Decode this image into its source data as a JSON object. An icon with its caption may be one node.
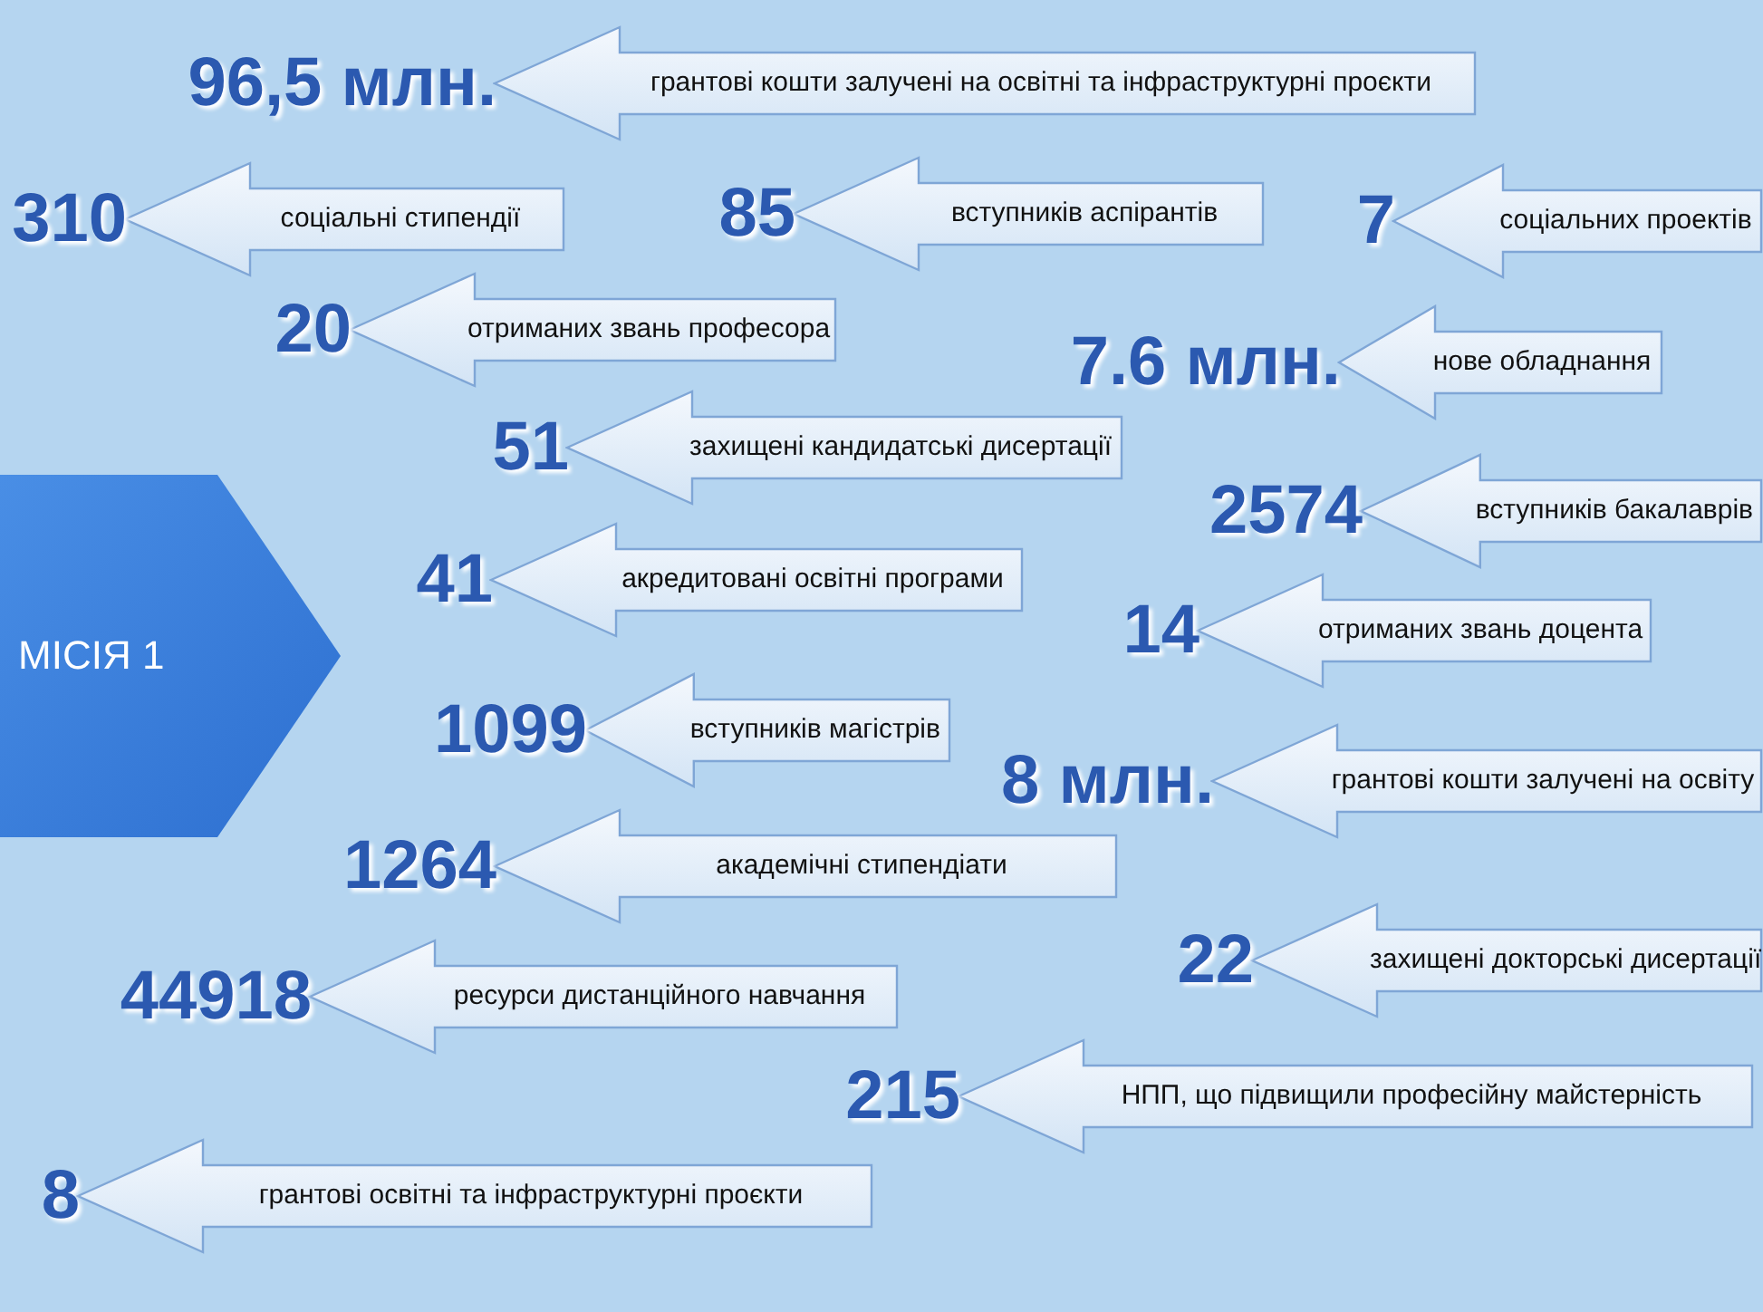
{
  "diagram": {
    "nodes": [
      {
        "text": [
          "МІСІЯ 1"
        ]
      },
      {
        "text": [
          "грантові кошти залучені на освітні та інфраструктурні проєкти"
        ],
        "beside": [
          "96,5 млн."
        ]
      },
      {
        "text": [
          "соціальні стипендії"
        ],
        "beside": [
          "310"
        ]
      },
      {
        "text": [
          "вступників аспірантів"
        ],
        "beside": [
          "85"
        ]
      },
      {
        "text": [
          "соціальних проектів"
        ],
        "beside": [
          "7"
        ]
      },
      {
        "text": [
          "отриманих звань професора"
        ],
        "beside": [
          "20"
        ]
      },
      {
        "text": [
          "нове обладнання"
        ],
        "beside": [
          "7.6 млн."
        ]
      },
      {
        "text": [
          "захищені кандидатські дисертації"
        ],
        "beside": [
          "51"
        ]
      },
      {
        "text": [
          "вступників бакалаврів"
        ],
        "beside": [
          "2574"
        ]
      },
      {
        "text": [
          "акредитовані освітні програми"
        ],
        "beside": [
          "41"
        ]
      },
      {
        "text": [
          "отриманих звань доцента"
        ],
        "beside": [
          "14"
        ]
      },
      {
        "text": [
          "вступників магістрів"
        ],
        "beside": [
          "1099"
        ]
      },
      {
        "text": [
          "грантові кошти залучені на освіту"
        ],
        "beside": [
          "8 млн."
        ]
      },
      {
        "text": [
          "академічні стипендіати"
        ],
        "beside": [
          "1264"
        ]
      },
      {
        "text": [
          "захищені докторські дисертації"
        ],
        "beside": [
          "22"
        ]
      },
      {
        "text": [
          "ресурси дистанційного навчання"
        ],
        "beside": [
          "44918"
        ]
      },
      {
        "text": [
          "НПП, що підвищили професійну майстерність"
        ],
        "beside": [
          "215"
        ]
      },
      {
        "text": [
          "грантові освітні та інфраструктурні проєкти"
        ],
        "beside": [
          "8"
        ]
      }
    ]
  }
}
